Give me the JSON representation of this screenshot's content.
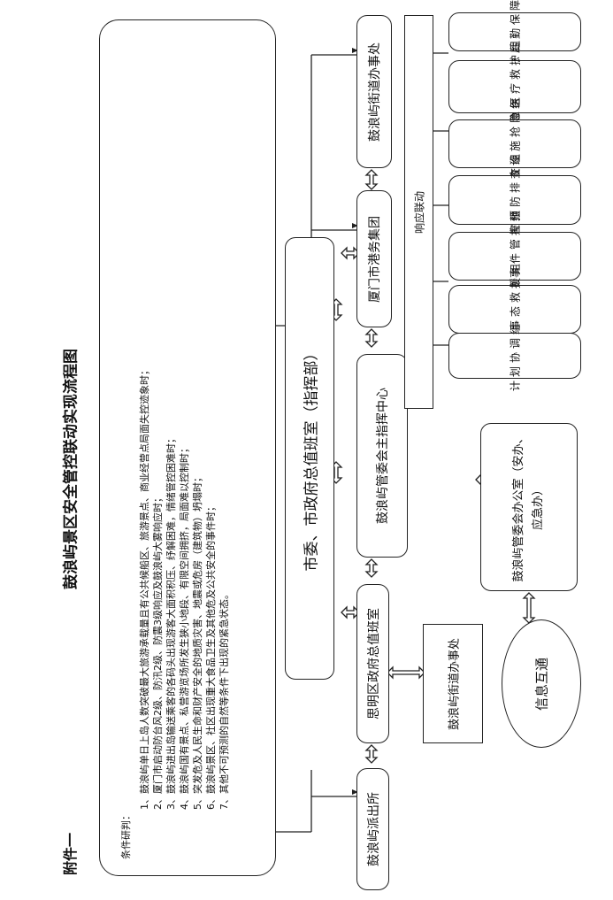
{
  "annex_label": "附件一",
  "doc_title": "鼓浪屿景区安全管控联动实现流程图",
  "conditions": {
    "heading": "条件研判：",
    "items": [
      "1、鼓浪屿单日上岛人数突破最大旅游承载量且有公共候船区、旅游景点、商业经营点局面失控迹象时；",
      "2、厦门市启动防台风2级、防汛2级、防震3级响应及鼓浪屿大雾响应时；",
      "3、鼓浪屿进出岛输送乘客的各码头出现游客大面积积压、纾解困难，情绪管控困难时；",
      "4、鼓浪屿国有景点、私营游览场所发生狭小地段、有限空间拥挤，局面难以控制时；",
      "5、突发危及人民生命和财产安全的地质灾害、地震或危房（建筑物）坍塌时；",
      "6、鼓浪屿景区、社区出现重大食品卫生及其他危及公共安全的事件时；",
      "7、其他不可预测的自然等条件下出现的紧急状态。"
    ]
  },
  "nodes": {
    "police_station": "鼓浪屿派出所",
    "siming_duty": "思明区政府总值班室",
    "gly_street_left": "鼓浪屿街道办事处",
    "info_exchange": "信息互通",
    "city_duty": "市委、市政府总值班室（指挥部）",
    "gly_mgmt_center": "鼓浪屿管委会主指挥中心",
    "gly_mgmt_office": "鼓浪屿管委会办公室（安办、应急办）",
    "port_group": "厦门市港务集团",
    "gly_street_right": "鼓浪屿街道办事处",
    "response_link": "响应联动"
  },
  "groups": [
    "应急后勤保障组",
    "应急医疗救护组",
    "市政设施抢险组",
    "灾害预防排查组",
    "公共事件管控组",
    "紧急事态救援组",
    "计划协调组"
  ]
}
